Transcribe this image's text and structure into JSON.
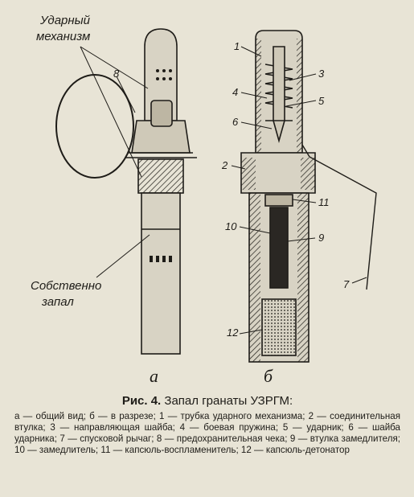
{
  "figure": {
    "label_udarny": "Ударный",
    "label_mekhanizm": "механизм",
    "label_sobstvenno": "Собственно",
    "label_zapal": "запал",
    "callout_8": "8",
    "sub_a": "а",
    "sub_b": "б",
    "callouts_b": [
      "1",
      "3",
      "4",
      "5",
      "6",
      "2",
      "11",
      "10",
      "9",
      "7",
      "12"
    ]
  },
  "caption": {
    "fig_number": "Рис. 4.",
    "title": "Запал гранаты УЗРГМ:",
    "legend": "а — общий вид; б — в разрезе; 1 — трубка ударного механизма; 2 — соединительная втулка; 3 — направляющая шайба; 4 — боевая пружина; 5 — ударник; 6 — шайба ударника; 7 — спусковой рычаг; 8 — предохранительная чека; 9 — втулка замедлителя; 10 — замедлитель; 11 — капсюль-воспламенитель; 12 — капсюль-детонатор"
  },
  "colors": {
    "paper": "#e8e4d6",
    "ink": "#1e1c18"
  }
}
